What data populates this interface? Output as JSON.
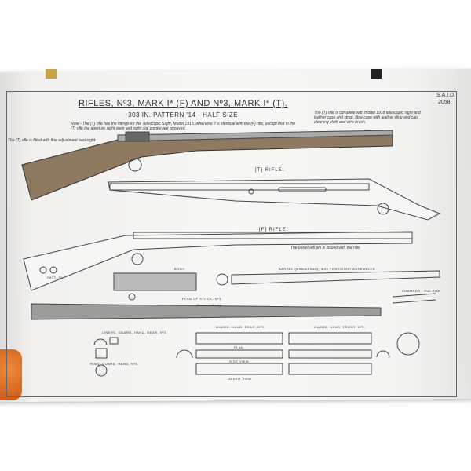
{
  "poster": {
    "title": "RIFLES, Nº3, MARK I* (F) AND Nº3, MARK I* (T).",
    "subtitle": "·303 IN. PATTERN '14 · HALF SIZE",
    "ref_code": "S.A.I.D.",
    "ref_number": "2058",
    "note_main": "Note:- The (T) rifle has the fittings for the Telescopic Sight, Model 1918, otherwise it is identical with the (F) rifle, except that in the (T) rifle the aperture sight stem and sight dial pointer are removed.",
    "note_left": "The (T) rifle is fitted with fine adjustment backsight.",
    "note_right": "The (T) rifle is complete with model 1918 telescopic sight and leather case and strap, fibre case with leather sling and cap, cleaning cloth and wire brush.",
    "t_rifle_label": "[T] RIFLE.",
    "f_rifle_label": "[F] RIFLE.",
    "patt_label": "PATT. 14",
    "body_label": "BODY.",
    "barrel_label": "BARREL (without body) with FORESIGHT ASSEMBLED.",
    "barrel_note": "The barrel will pin is issued with the rifle.",
    "stock_label": "PLAN OF STOCK, Nº3.",
    "stock_sub": "(Normal butt only)",
    "guard_rear": "GUARD, HAND, REAR, Nº3.",
    "guard_front": "GUARD, HAND, FRONT, Nº3.",
    "plan": "PLAN",
    "side_view": "SIDE VIEW",
    "under_view": "UNDER VIEW",
    "liner_label": "LINERS, GUARD, HAND, REAR, Nº3.",
    "ring_label": "RING, GUARD, HAND, Nº3.",
    "chamber_label": "CHAMBER - Full Size"
  }
}
